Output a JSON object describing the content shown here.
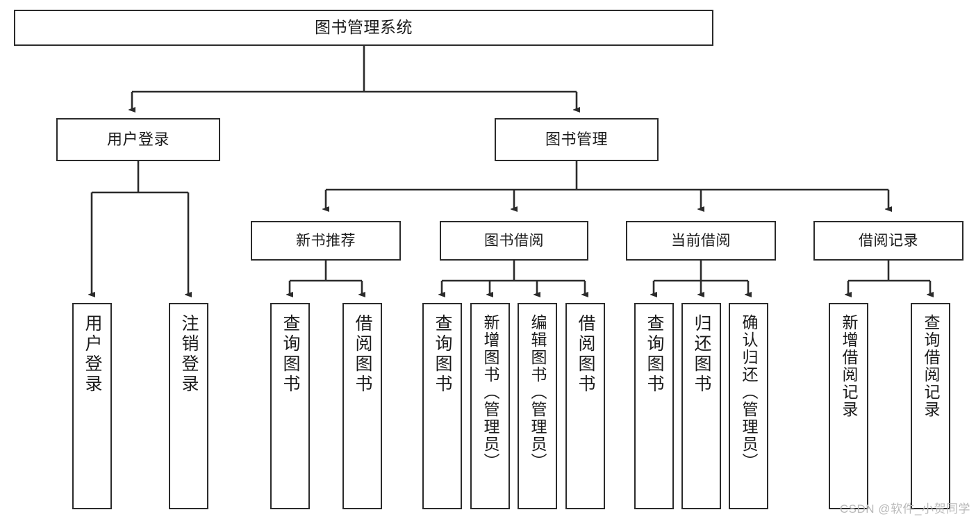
{
  "diagram": {
    "title": "图书管理系统",
    "watermark": "CSDN @软件_小贺同学",
    "stroke_color": "#2b2b2b",
    "background_color": "#ffffff"
  },
  "nodes": {
    "root": {
      "label": "图书管理系统"
    },
    "level1": [
      {
        "id": "user-login",
        "label": "用户登录"
      },
      {
        "id": "book-manage",
        "label": "图书管理"
      }
    ],
    "level2": [
      {
        "id": "new-book-recommend",
        "label": "新书推荐"
      },
      {
        "id": "book-borrow",
        "label": "图书借阅"
      },
      {
        "id": "current-borrow",
        "label": "当前借阅"
      },
      {
        "id": "borrow-record",
        "label": "借阅记录"
      }
    ],
    "leaves": {
      "user_login": [
        {
          "id": "leaf-user-login",
          "label": "用户登录"
        },
        {
          "id": "leaf-logout-login",
          "label": "注销登录"
        }
      ],
      "new_book_recommend": [
        {
          "id": "leaf-query-book-1",
          "label": "查询图书"
        },
        {
          "id": "leaf-borrow-book-1",
          "label": "借阅图书"
        }
      ],
      "book_borrow": [
        {
          "id": "leaf-query-book-2",
          "label": "查询图书"
        },
        {
          "id": "leaf-add-book",
          "label": "新增图书（管理员）"
        },
        {
          "id": "leaf-edit-book",
          "label": "编辑图书（管理员）"
        },
        {
          "id": "leaf-borrow-book-2",
          "label": "借阅图书"
        }
      ],
      "current_borrow": [
        {
          "id": "leaf-query-book-3",
          "label": "查询图书"
        },
        {
          "id": "leaf-return-book",
          "label": "归还图书"
        },
        {
          "id": "leaf-confirm-return",
          "label": "确认归还（管理员）"
        }
      ],
      "borrow_record": [
        {
          "id": "leaf-add-record",
          "label": "新增借阅记录"
        },
        {
          "id": "leaf-query-record",
          "label": "查询借阅记录"
        }
      ]
    }
  }
}
